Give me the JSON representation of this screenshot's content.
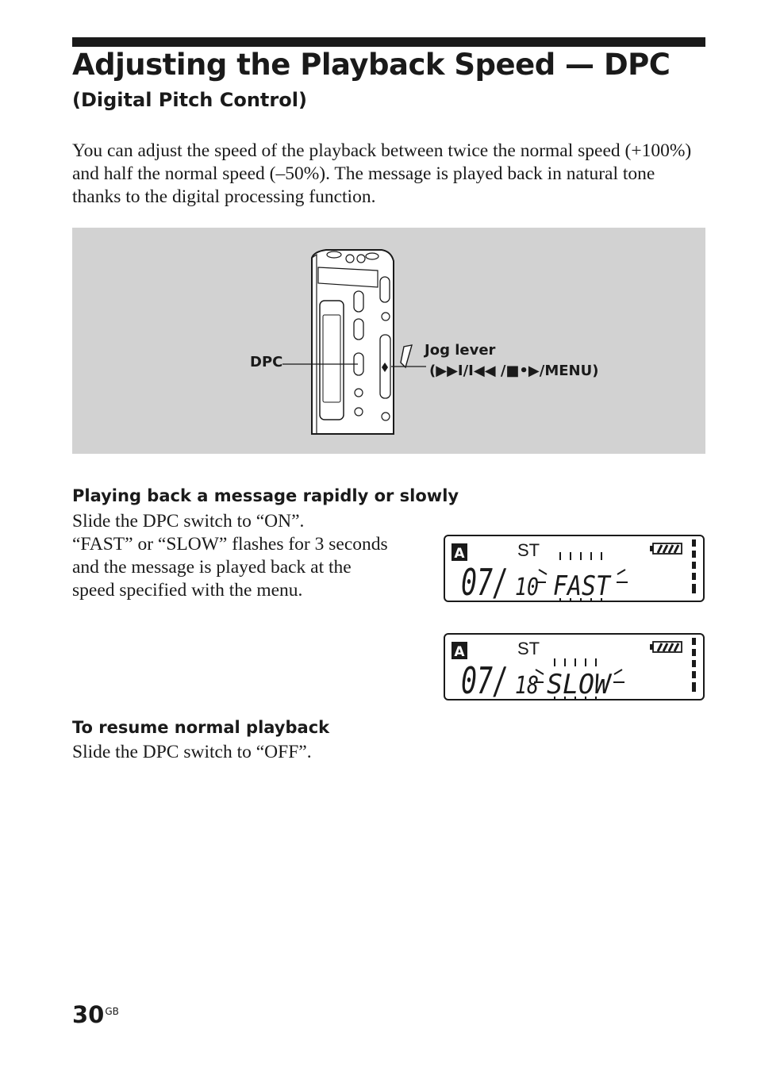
{
  "title": "Adjusting the Playback Speed — DPC",
  "subtitle": "(Digital Pitch Control)",
  "intro": "You can adjust the speed of the playback between twice the normal speed (+100%) and half the normal speed (–50%).  The message is played back in natural tone thanks to the digital processing function.",
  "figure": {
    "dpc_label": "DPC",
    "jog_label_1": "Jog lever",
    "jog_label_2": "(▶▶I/I◀◀ /■•▶/MENU)"
  },
  "section1": {
    "heading": "Playing back a message rapidly or slowly",
    "lines": [
      "Slide the DPC switch to “ON”.",
      "“FAST” or “SLOW” flashes for 3 seconds",
      "and the message is played back at the",
      "speed specified with the menu."
    ]
  },
  "lcd_fast": {
    "folder": "A",
    "mode": "ST",
    "number": "07/",
    "track": "10",
    "word": "FAST"
  },
  "lcd_slow": {
    "folder": "A",
    "mode": "ST",
    "number": "07/",
    "track": "18",
    "word": "SLOW"
  },
  "section2": {
    "heading": "To resume normal playback",
    "text": "Slide the DPC switch to “OFF”."
  },
  "page": {
    "number": "30",
    "suffix": "GB"
  }
}
